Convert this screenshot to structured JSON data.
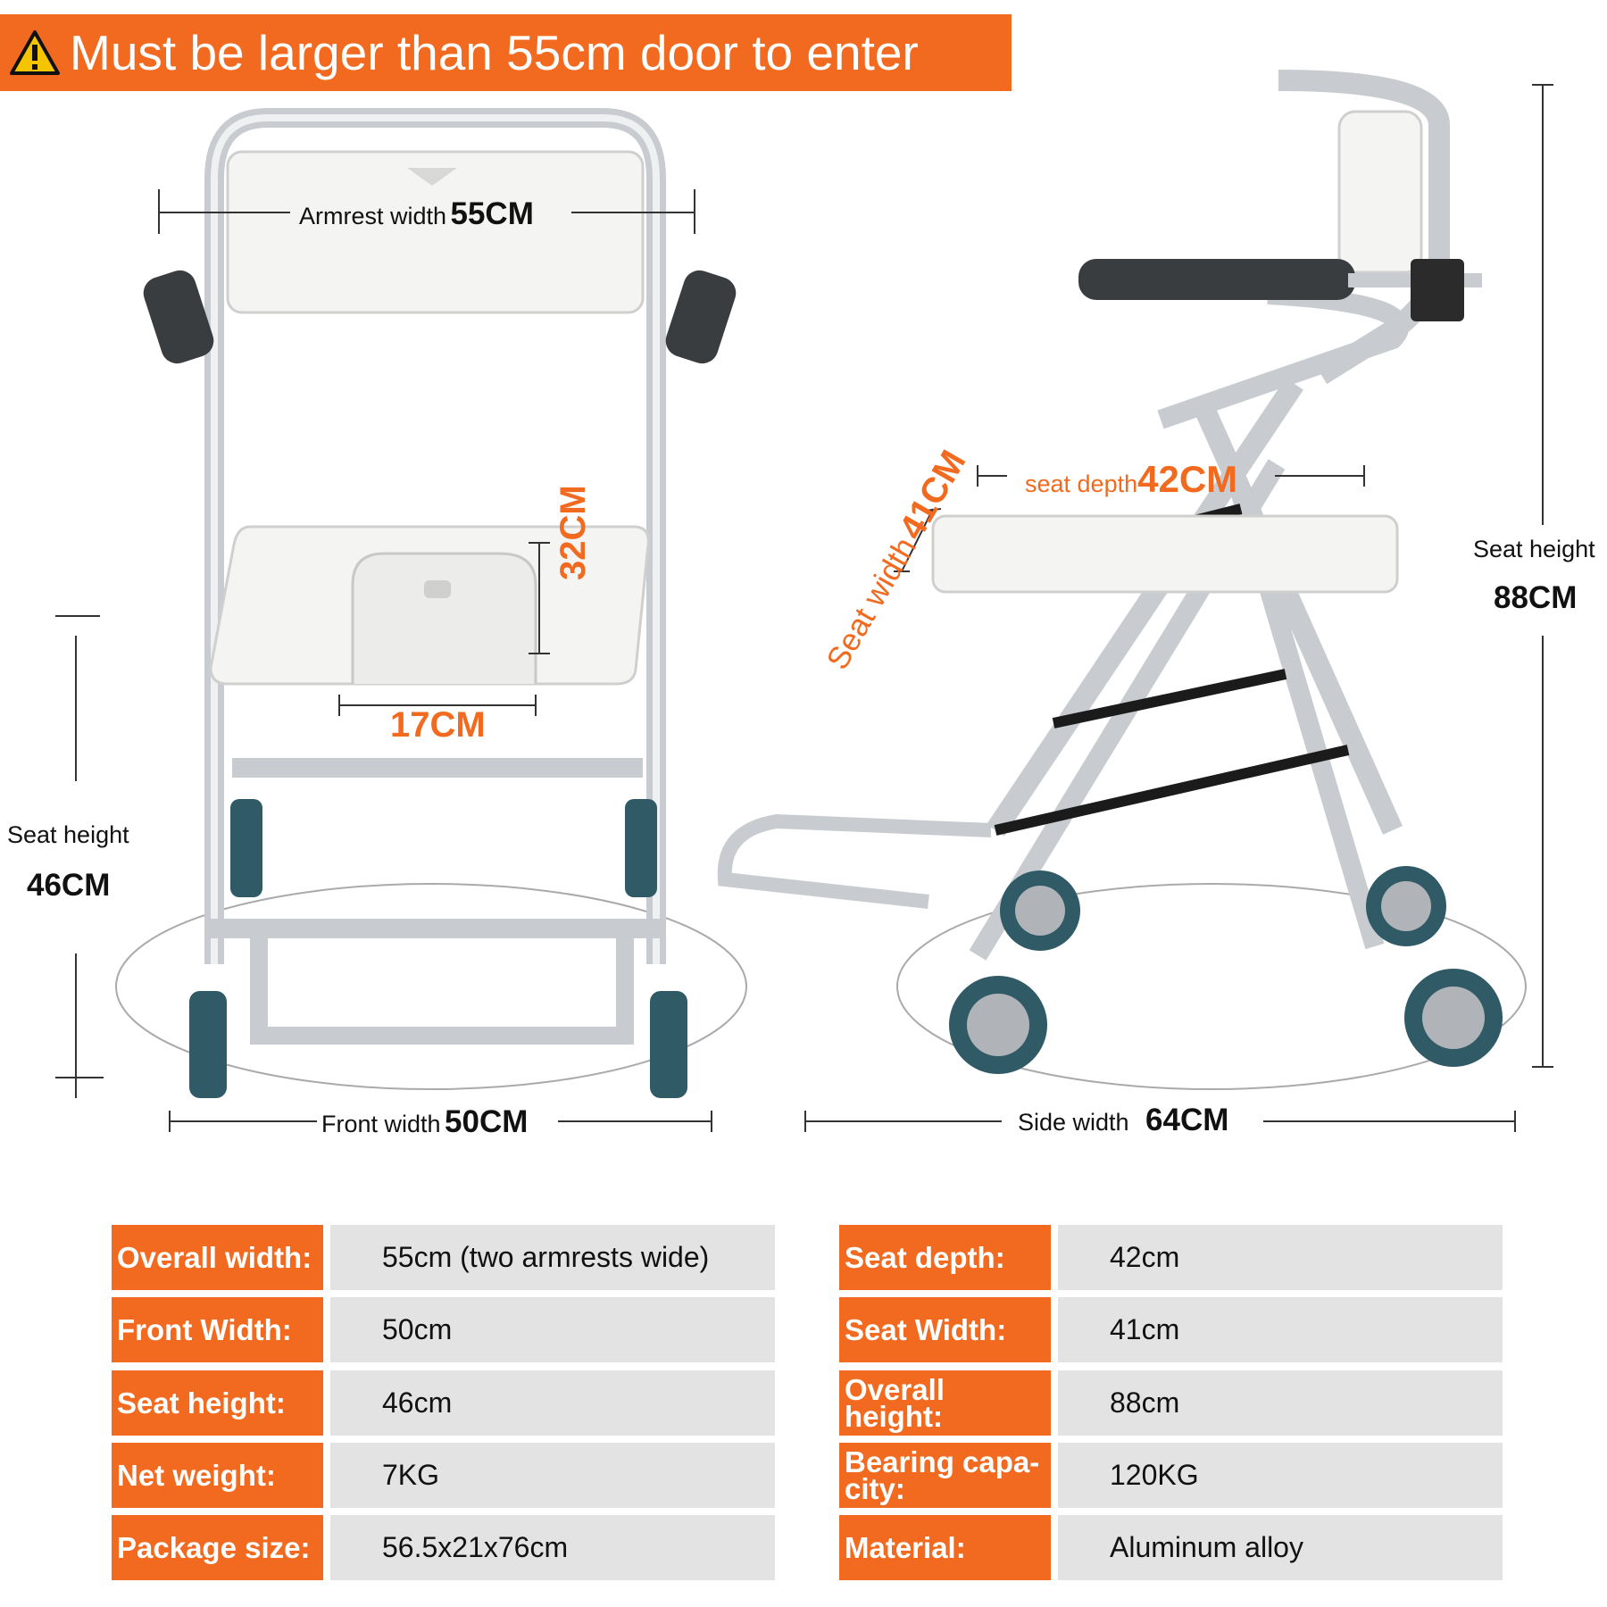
{
  "banner": {
    "icon": "warning-triangle-icon",
    "text": "Must be larger than 55cm door to enter",
    "color": "#f26a1f"
  },
  "front_view": {
    "armrest_label": "Armrest width",
    "armrest_value": "55CM",
    "cutout_height": "32CM",
    "cutout_width": "17CM",
    "seat_height_label": "Seat height",
    "seat_height_value": "46CM",
    "front_width_label": "Front width",
    "front_width_value": "50CM"
  },
  "side_view": {
    "seat_depth_label": "seat depth",
    "seat_depth_value": "42CM",
    "seat_width_label": "Seat width",
    "seat_width_value": "41CM",
    "overall_height_label": "Seat height",
    "overall_height_value": "88CM",
    "side_width_label": "Side width",
    "side_width_value": "64CM"
  },
  "specs_left": [
    {
      "key": "Overall width:",
      "value": "55cm (two armrests wide)"
    },
    {
      "key": "Front Width:",
      "value": "50cm"
    },
    {
      "key": "Seat height:",
      "value": "46cm"
    },
    {
      "key": "Net weight:",
      "value": "7KG"
    },
    {
      "key": "Package size:",
      "value": "56.5x21x76cm"
    }
  ],
  "specs_right": [
    {
      "key": "Seat depth:",
      "value": "42cm"
    },
    {
      "key": "Seat Width:",
      "value": "41cm"
    },
    {
      "key": "Overall height:",
      "value": "88cm"
    },
    {
      "key": "Bearing capa-\ncity:",
      "value": "120KG"
    },
    {
      "key": "Material:",
      "value": "Aluminum alloy"
    }
  ],
  "colors": {
    "accent": "#f26a1f",
    "cell_bg": "#e3e3e3",
    "frame": "#c9ccd0",
    "wheel": "#2f5a66"
  }
}
